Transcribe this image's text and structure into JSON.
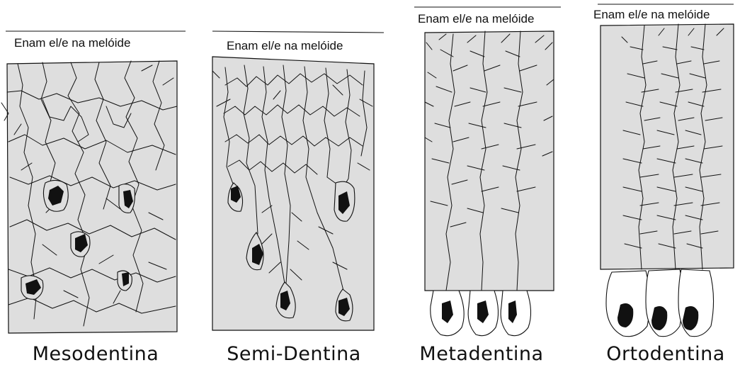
{
  "panels": [
    {
      "enamel_label": "Enam el/e na melóide",
      "caption": "Mesodentina"
    },
    {
      "enamel_label": "Enam el/e na melóide",
      "caption": "Semi-Dentina"
    },
    {
      "enamel_label": "Enam el/e na melóide",
      "caption": "Metadentina"
    },
    {
      "enamel_label": "Enam el/e na melóide",
      "caption": "Ortodentina"
    }
  ]
}
